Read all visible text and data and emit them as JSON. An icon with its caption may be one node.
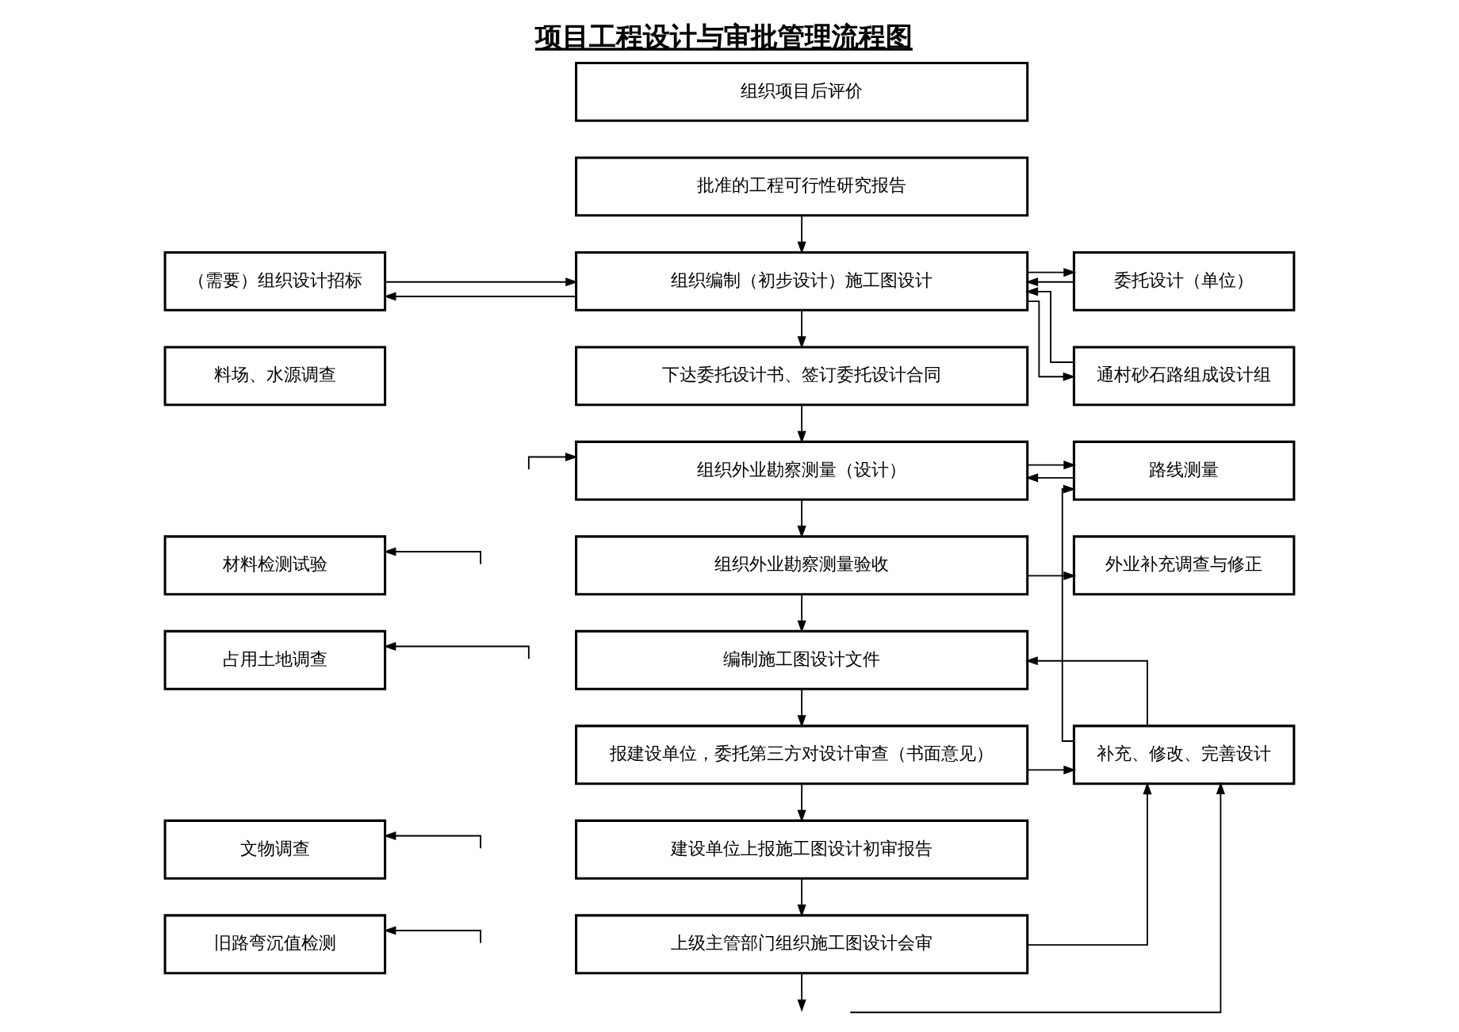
{
  "diagram": {
    "title": "项目工程设计与审批管理流程图",
    "nodes": [
      {
        "text": [
          "组织项目后评价"
        ]
      },
      {
        "text": [
          "批准的工程可行性研究报告"
        ]
      },
      {
        "text": [
          "（需要）组织设计招标"
        ]
      },
      {
        "text": [
          "组织编制（初步设计）施工图设计"
        ]
      },
      {
        "text": [
          "委托设计（单位）"
        ]
      },
      {
        "text": [
          "料场、水源调查"
        ]
      },
      {
        "text": [
          "下达委托设计书、签订委托设计合同"
        ]
      },
      {
        "text": [
          "通村砂石路组成设计组"
        ]
      },
      {
        "text": [
          "组织外业勘察测量（设计）"
        ]
      },
      {
        "text": [
          "路线测量"
        ]
      },
      {
        "text": [
          "材料检测试验"
        ]
      },
      {
        "text": [
          "组织外业勘察测量验收"
        ]
      },
      {
        "text": [
          "外业补充调查与修正"
        ]
      },
      {
        "text": [
          "占用土地调查"
        ]
      },
      {
        "text": [
          "编制施工图设计文件"
        ]
      },
      {
        "text": [
          "报建设单位，委托第三方对设计审查（书面意见）"
        ]
      },
      {
        "text": [
          "补充、修改、完善设计"
        ]
      },
      {
        "text": [
          "文物调查"
        ]
      },
      {
        "text": [
          "建设单位上报施工图设计初审报告"
        ]
      },
      {
        "text": [
          "旧路弯沉值检测"
        ]
      },
      {
        "text": [
          "上级主管部门组织施工图设计会审"
        ]
      }
    ],
    "edges": [
      {
        "from": 1,
        "to": 3,
        "arrow": "to"
      },
      {
        "from": 3,
        "to": 2,
        "arrow": "to"
      },
      {
        "from": 2,
        "to": 3,
        "arrow": "to"
      },
      {
        "from": 3,
        "to": 4,
        "arrow": "to"
      },
      {
        "from": 4,
        "to": 3,
        "arrow": "to"
      },
      {
        "from": 3,
        "to": 7,
        "arrow": "to"
      },
      {
        "from": 7,
        "to": 3,
        "arrow": "to"
      },
      {
        "from": 3,
        "to": 6,
        "arrow": "to"
      },
      {
        "from": 6,
        "to": 8,
        "arrow": "to"
      },
      {
        "from": null,
        "to": 8,
        "arrow": "to"
      },
      {
        "from": 8,
        "to": 9,
        "arrow": "to"
      },
      {
        "from": 9,
        "to": 8,
        "arrow": "to"
      },
      {
        "from": null,
        "to": 10,
        "arrow": "to"
      },
      {
        "from": 8,
        "to": 11,
        "arrow": "to"
      },
      {
        "from": 11,
        "to": 12,
        "arrow": "to"
      },
      {
        "from": 16,
        "to": 9,
        "arrow": "to"
      },
      {
        "from": null,
        "to": 13,
        "arrow": "to"
      },
      {
        "from": 16,
        "to": 14,
        "arrow": "to"
      },
      {
        "from": 11,
        "to": 14,
        "arrow": "to"
      },
      {
        "from": 14,
        "to": 15,
        "arrow": "to"
      },
      {
        "from": 15,
        "to": 16,
        "arrow": "to"
      },
      {
        "from": null,
        "to": 17,
        "arrow": "to"
      },
      {
        "from": 15,
        "to": 18,
        "arrow": "to"
      },
      {
        "from": 18,
        "to": 20,
        "arrow": "to"
      },
      {
        "from": null,
        "to": 19,
        "arrow": "to"
      },
      {
        "from": 20,
        "to": 16,
        "arrow": "to"
      },
      {
        "from": null,
        "to": 16,
        "arrow": "to"
      },
      {
        "from": 20,
        "to": null,
        "arrow": "to"
      }
    ]
  }
}
